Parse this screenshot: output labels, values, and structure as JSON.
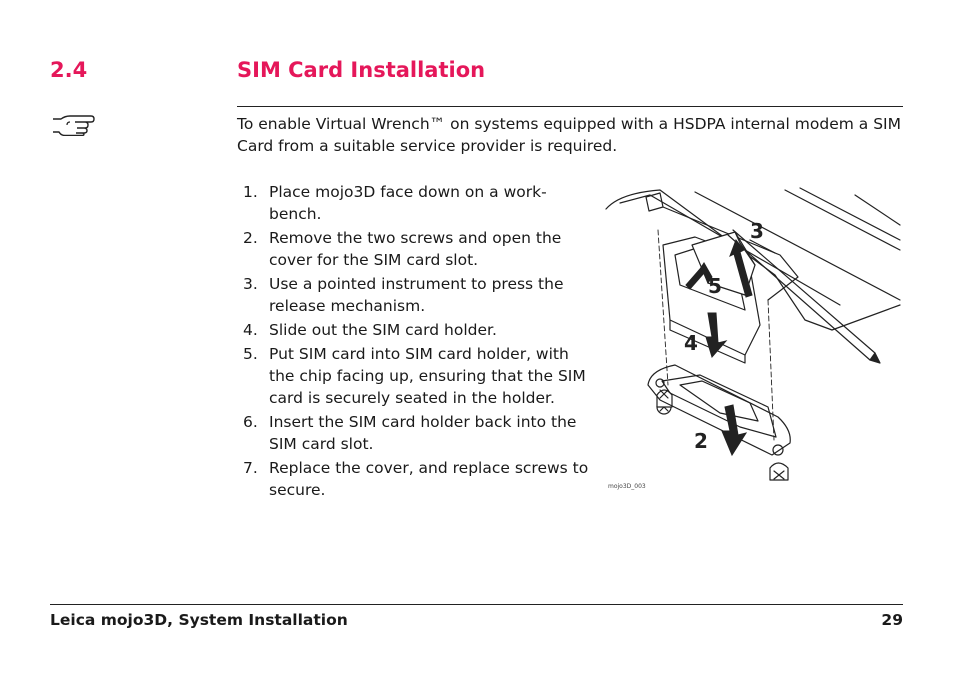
{
  "section": {
    "number": "2.4",
    "title": "SIM Card Installation"
  },
  "note": {
    "icon": "pointing-hand-icon",
    "text": "To enable Virtual Wrench™ on systems equipped with a HSDPA internal modem a SIM Card from a suitable service provider is required."
  },
  "steps": [
    {
      "num": "1.",
      "text": "Place mojo3D face down on a work-bench."
    },
    {
      "num": "2.",
      "text": "Remove the two screws and open the cover for the SIM card slot."
    },
    {
      "num": "3.",
      "text": "Use a pointed instrument to press the release mechanism."
    },
    {
      "num": "4.",
      "text": "Slide out the SIM card holder."
    },
    {
      "num": "5.",
      "text": "Put SIM card into SIM card holder, with the chip facing up, ensuring that the SIM card is securely seated in the holder."
    },
    {
      "num": "6.",
      "text": "Insert the SIM card holder back into the SIM card slot."
    },
    {
      "num": "7.",
      "text": "Replace the cover, and replace screws to secure."
    }
  ],
  "figure": {
    "code": "mojo3D_003",
    "callouts": {
      "c2": "2",
      "c3": "3",
      "c4": "4",
      "c5": "5"
    }
  },
  "footer": {
    "left": "Leica mojo3D, System Installation",
    "page": "29"
  },
  "colors": {
    "accent": "#e5175a"
  }
}
